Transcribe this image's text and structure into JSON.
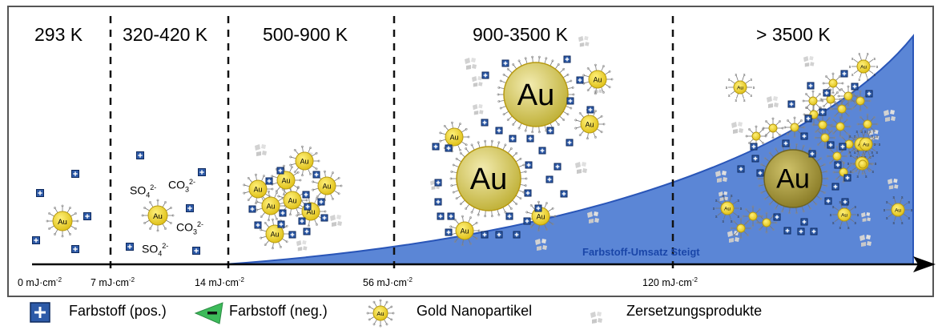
{
  "zones": [
    {
      "label": "293 K"
    },
    {
      "label": "320-420 K"
    },
    {
      "label": "500-900 K"
    },
    {
      "label": "900-3500 K"
    },
    {
      "label": "> 3500 K"
    }
  ],
  "axis_ticks": [
    {
      "label": "0 mJ·cm",
      "exp": "-2"
    },
    {
      "label": "7 mJ·cm",
      "exp": "-2"
    },
    {
      "label": "14 mJ·cm",
      "exp": "-2"
    },
    {
      "label": "56 mJ·cm",
      "exp": "-2"
    },
    {
      "label": "120 mJ·cm",
      "exp": "-2"
    }
  ],
  "curve_label": "Farbstoff-Umsatz Steigt",
  "species": {
    "so4": "SO",
    "so4_sub": "4",
    "so4_sup": "2-",
    "co3": "CO",
    "co3_sub": "3",
    "co3_sup": "2-"
  },
  "particle_label": "Au",
  "legend": {
    "dye_pos": "Farbstoff (pos.)",
    "dye_neg": "Farbstoff (neg.)",
    "gold_np": "Gold Nanopartikel",
    "decomp": "Zersetzungsprodukte"
  },
  "colors": {
    "curve_fill": "#5b86d6",
    "curve_line": "#2a56b8",
    "dye_pos": "#2d5aa8",
    "gold": "#f0d51f",
    "gold_dark": "#b79a12",
    "big_gold": "#d8cb6a",
    "dye_neg": "#3dbb5a",
    "decomp": "#d4d4d4"
  }
}
